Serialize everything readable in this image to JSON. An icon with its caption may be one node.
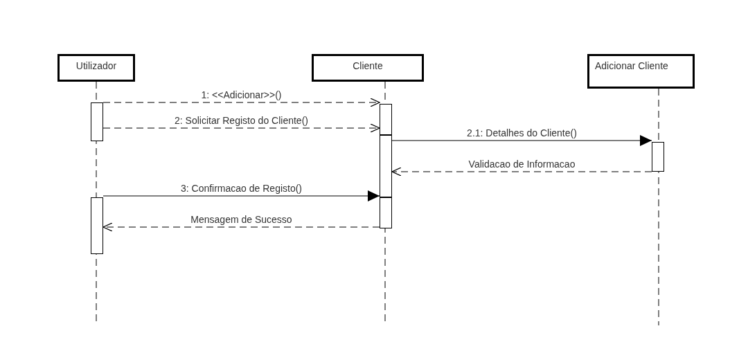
{
  "diagram": {
    "nodes": [
      {
        "text": [
          "Utilizador"
        ]
      },
      {
        "text": [
          "Cliente"
        ]
      },
      {
        "text": [
          "Adicionar Cliente"
        ]
      },
      {
        "text": [],
        "shape": "bar"
      },
      {
        "text": [],
        "shape": "bar"
      },
      {
        "text": [],
        "shape": "bar"
      },
      {
        "text": [],
        "shape": "bar"
      },
      {
        "text": [],
        "shape": "bar"
      },
      {
        "text": [],
        "shape": "bar"
      }
    ],
    "edges": [
      {
        "from": 3,
        "to": 4,
        "arrow": "to",
        "label": "1: <<Adicionar>>()",
        "style": "dashed"
      },
      {
        "from": 3,
        "to": 4,
        "arrow": "to",
        "label": "2: Solicitar Registo do Cliente()",
        "style": "dashed"
      },
      {
        "from": 5,
        "to": 6,
        "arrow": "to",
        "label": "2.1: Detalhes do Cliente()"
      },
      {
        "from": 6,
        "to": 5,
        "arrow": "to",
        "label": "Validacao de Informacao",
        "style": "dashed"
      },
      {
        "from": 8,
        "to": 7,
        "arrow": "to",
        "label": "3: Confirmacao de Registo()"
      },
      {
        "from": 7,
        "to": 8,
        "arrow": "to",
        "label": "Mensagem de Sucesso",
        "style": "dashed"
      }
    ]
  }
}
